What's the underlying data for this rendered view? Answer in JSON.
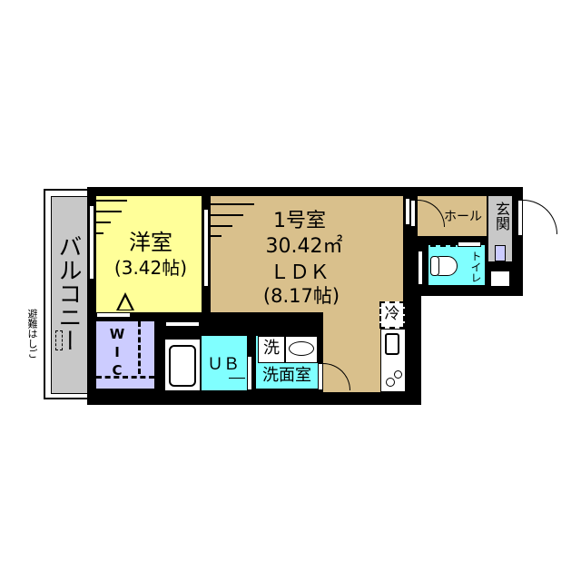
{
  "floorplan": {
    "unit_label": "1号室",
    "total_area": "30.42㎡",
    "rooms": {
      "western": {
        "name": "洋室",
        "size": "(3.42帖)",
        "color": "#ffff99"
      },
      "ldk": {
        "name": "LDK",
        "name_display": "ＬＤＫ",
        "size": "(8.17帖)",
        "color": "#d9c08c"
      },
      "balcony": {
        "name": "バルコニー",
        "color": "#c8c8c8"
      },
      "wic": {
        "name": "WIC",
        "color": "#ccccff"
      },
      "ub": {
        "name": "UB",
        "name_display": "ＵＢ",
        "color": "#80ffff"
      },
      "washroom": {
        "name": "洗面室",
        "color": "#80ffff"
      },
      "washer": {
        "name": "洗"
      },
      "fridge": {
        "name": "冷"
      },
      "hall": {
        "name": "ホール",
        "color": "#d9c08c"
      },
      "entrance": {
        "name": "玄関",
        "color": "#c8c8c8"
      },
      "toilet": {
        "name": "トイレ",
        "color": "#80ffff"
      }
    },
    "annotations": {
      "escape_ladder": "避難はしご"
    },
    "wall_color": "#000000"
  }
}
